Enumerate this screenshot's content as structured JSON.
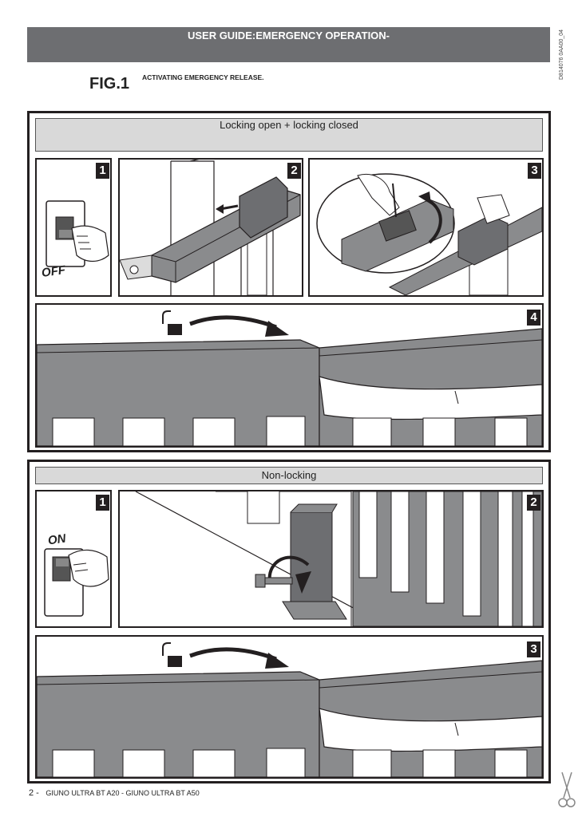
{
  "header": {
    "title": "USER GUIDE:EMERGENCY OPERATION-"
  },
  "doc_code": "D814076 0AA00_04",
  "figure": {
    "label": "FIG.1",
    "title": "ACTIVATING EMERGENCY RELEASE."
  },
  "section1": {
    "title": "Locking open + locking closed",
    "steps": [
      "1",
      "2",
      "3",
      "4"
    ],
    "switch_label": "OFF"
  },
  "section2": {
    "title": "Non-locking",
    "steps": [
      "1",
      "2",
      "3"
    ],
    "switch_label": "ON"
  },
  "footer": {
    "page": "2 -",
    "text": "GIUNO  ULTRA BT A20 - GIUNO ULTRA BT A50"
  },
  "icons": [
    "padlock-open-icon",
    "arrow-right-icon",
    "rotate-arrow-icon",
    "scissors-icon"
  ]
}
